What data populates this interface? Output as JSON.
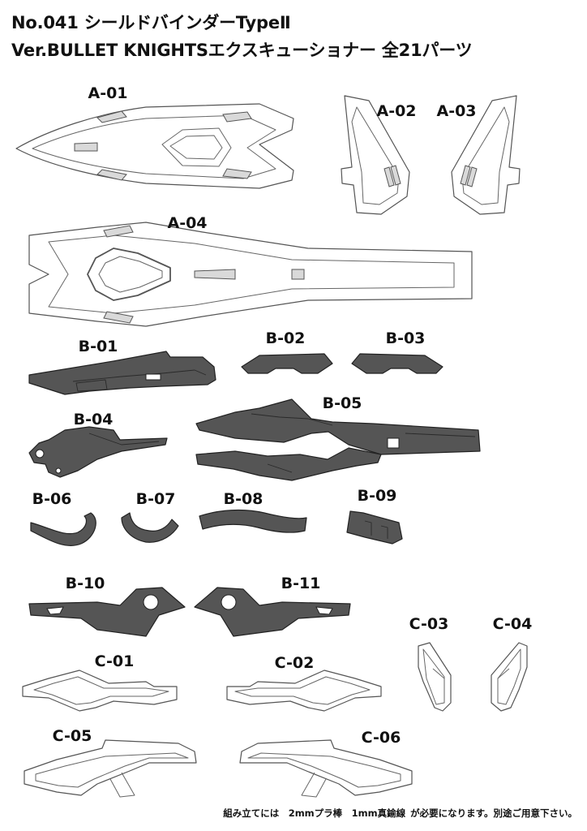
{
  "title": {
    "line1": "No.041 シールドバインダーTypeⅡ",
    "line2": "Ver.BULLET KNIGHTSエクスキューショナー 全21パーツ"
  },
  "labels": {
    "a01": "A-01",
    "a02": "A-02",
    "a03": "A-03",
    "a04": "A-04",
    "b01": "B-01",
    "b02": "B-02",
    "b03": "B-03",
    "b04": "B-04",
    "b05": "B-05",
    "b06": "B-06",
    "b07": "B-07",
    "b08": "B-08",
    "b09": "B-09",
    "b10": "B-10",
    "b11": "B-11",
    "c01": "C-01",
    "c02": "C-02",
    "c03": "C-03",
    "c04": "C-04",
    "c05": "C-05",
    "c06": "C-06"
  },
  "footer": "組み立てには　2mmプラ棒　1mm真鍮線 が必要になります。別途ご用意下さい。",
  "colors": {
    "light_part": "#ffffff",
    "dark_part": "#555555",
    "outline": "#222222"
  }
}
